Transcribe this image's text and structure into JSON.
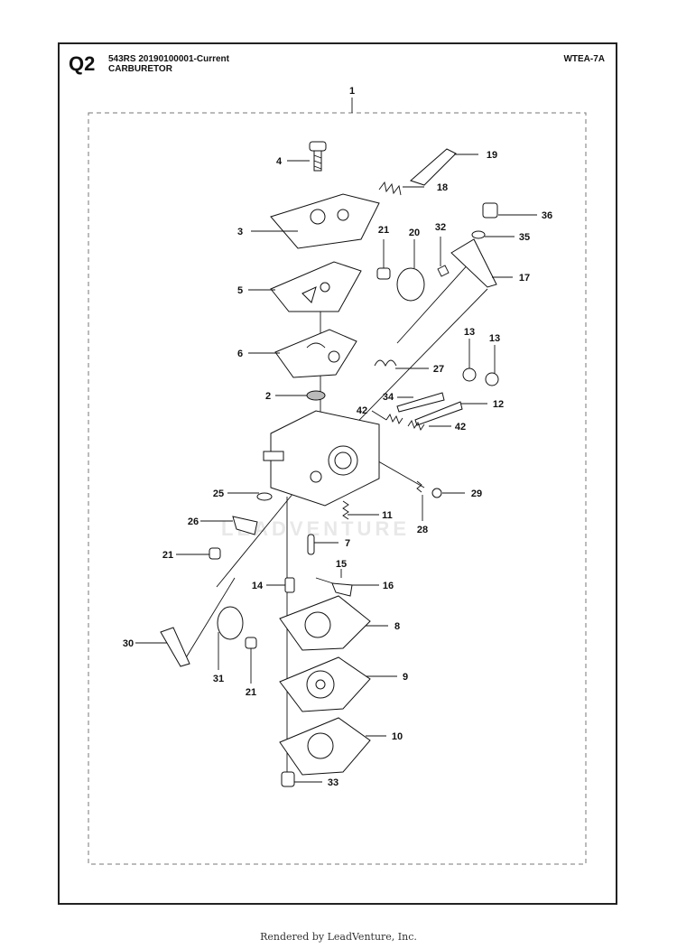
{
  "header": {
    "section_code": "Q2",
    "model_line": "543RS  20190100001-Current",
    "section_title": "CARBURETOR",
    "reference_code": "WTEA-7A"
  },
  "watermark": "LEADVENTURE",
  "footer": "Rendered by LeadVenture, Inc.",
  "callouts": [
    "1",
    "4",
    "19",
    "18",
    "3",
    "36",
    "21",
    "20",
    "32",
    "35",
    "17",
    "5",
    "6",
    "13",
    "13",
    "27",
    "2",
    "34",
    "12",
    "42",
    "42",
    "25",
    "29",
    "26",
    "11",
    "28",
    "21",
    "7",
    "15",
    "14",
    "16",
    "8",
    "30",
    "31",
    "21",
    "9",
    "10",
    "33"
  ]
}
